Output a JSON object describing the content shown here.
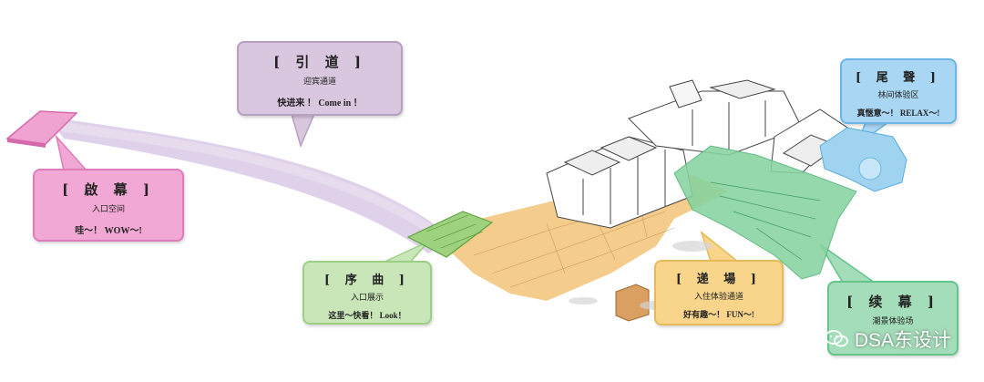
{
  "callouts": {
    "intro": {
      "title": "[ 引 道 ]",
      "subtitle": "迎宾通道",
      "phrase": "快进来 ！  Come in ！"
    },
    "opening": {
      "title": "[ 啟 幕 ]",
      "subtitle": "入口空间",
      "phrase": "哇～！  WOW～!"
    },
    "prelude": {
      "title": "[ 序 曲 ]",
      "subtitle": "入口展示",
      "phrase": "这里～快看！  Look！"
    },
    "rising": {
      "title": "[ 递 場 ]",
      "subtitle": "入住体验通道",
      "phrase": "好有趣～！  FUN～!"
    },
    "coda": {
      "title": "[ 尾 聲 ]",
      "subtitle": "林间体验区",
      "phrase": "真惬意～！  RELAX～!"
    },
    "sequel": {
      "title": "[ 续 幕 ]",
      "subtitle": "潮景体验场",
      "phrase": ""
    }
  },
  "watermark": {
    "text": "DSA东设计",
    "icon": "wechat-icon"
  },
  "colors": {
    "intro": "#d9c6df",
    "opening": "#f2a8d4",
    "prelude": "#c9e6b8",
    "rising": "#f8d58a",
    "coda": "#a9d6f3",
    "sequel": "#a4ddb9"
  }
}
